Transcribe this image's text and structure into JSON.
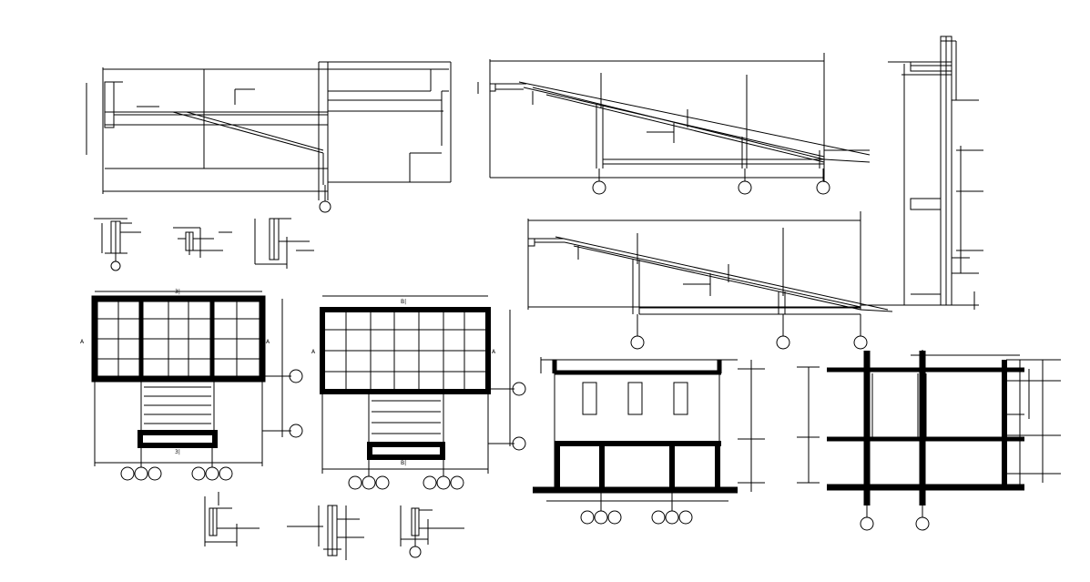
{
  "drawing": {
    "background": "#ffffff",
    "line_color": "#000000",
    "labels": {
      "plan1_top": "3|",
      "plan1_bottom": "3|",
      "plan1_left": "A",
      "plan1_right": "A",
      "plan2_top": "B|",
      "plan2_bottom": "B|",
      "plan2_left": "A",
      "plan2_right": "A"
    }
  }
}
